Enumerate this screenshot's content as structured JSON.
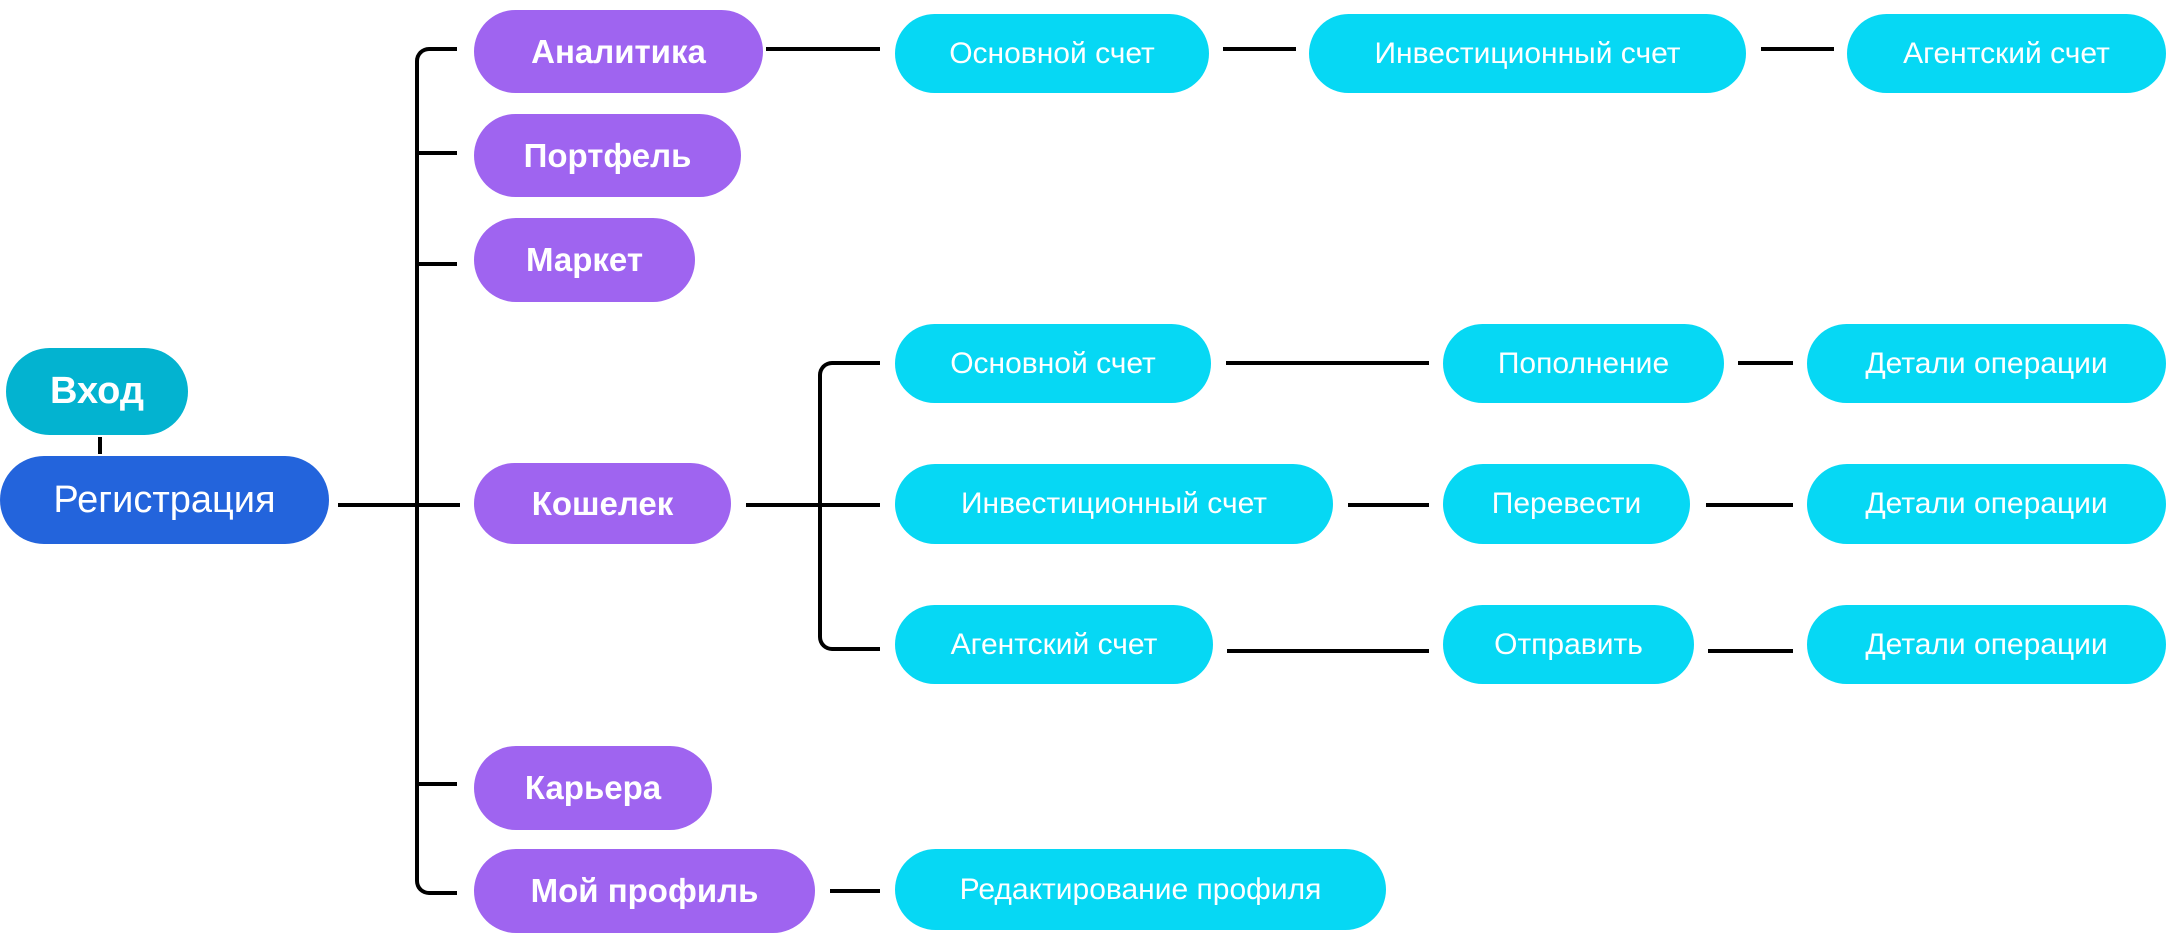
{
  "root": {
    "login": "Вход",
    "registration": "Регистрация"
  },
  "sections": {
    "analytics": "Аналитика",
    "portfolio": "Портфель",
    "market": "Маркет",
    "wallet": "Кошелек",
    "career": "Карьера",
    "profile": "Мой профиль"
  },
  "analytics_children": [
    "Основной счет",
    "Инвестиционный счет",
    "Агентский счет"
  ],
  "wallet_rows": [
    {
      "account": "Основной счет",
      "action": "Пополнение",
      "details": "Детали операции"
    },
    {
      "account": "Инвестиционный счет",
      "action": "Перевести",
      "details": "Детали операции"
    },
    {
      "account": "Агентский счет",
      "action": "Отправить",
      "details": "Детали операции"
    }
  ],
  "profile_children": [
    "Редактирование профиля"
  ],
  "colors": {
    "section": "#9f64f0",
    "leaf": "#06d8f4",
    "login": "#03b3d0",
    "registration": "#2364dc",
    "line": "#000000"
  }
}
